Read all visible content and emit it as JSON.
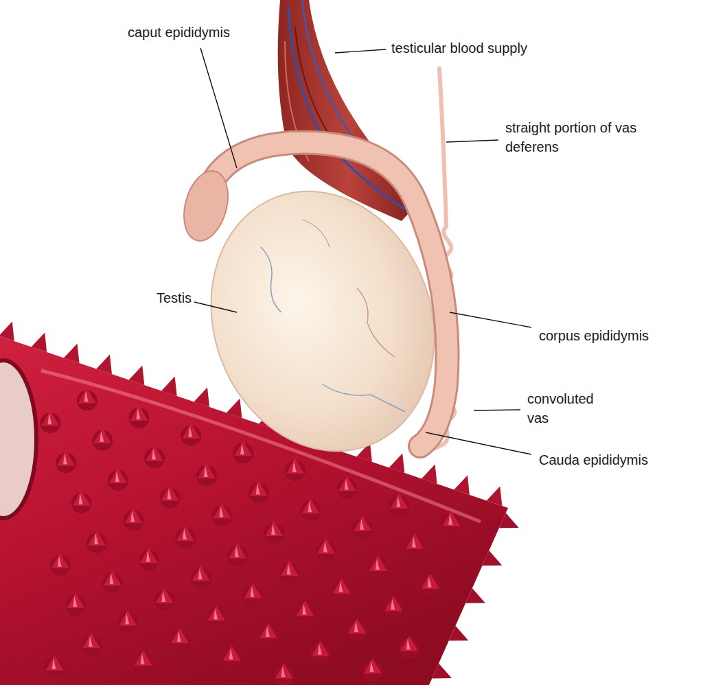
{
  "diagram": {
    "labels": [
      "testicular blood supply",
      "caput epididymis",
      "straight portion of vas deferens",
      "Testis",
      "corpus epididymis",
      "convoluted vas",
      "Cauda epididymis"
    ]
  }
}
